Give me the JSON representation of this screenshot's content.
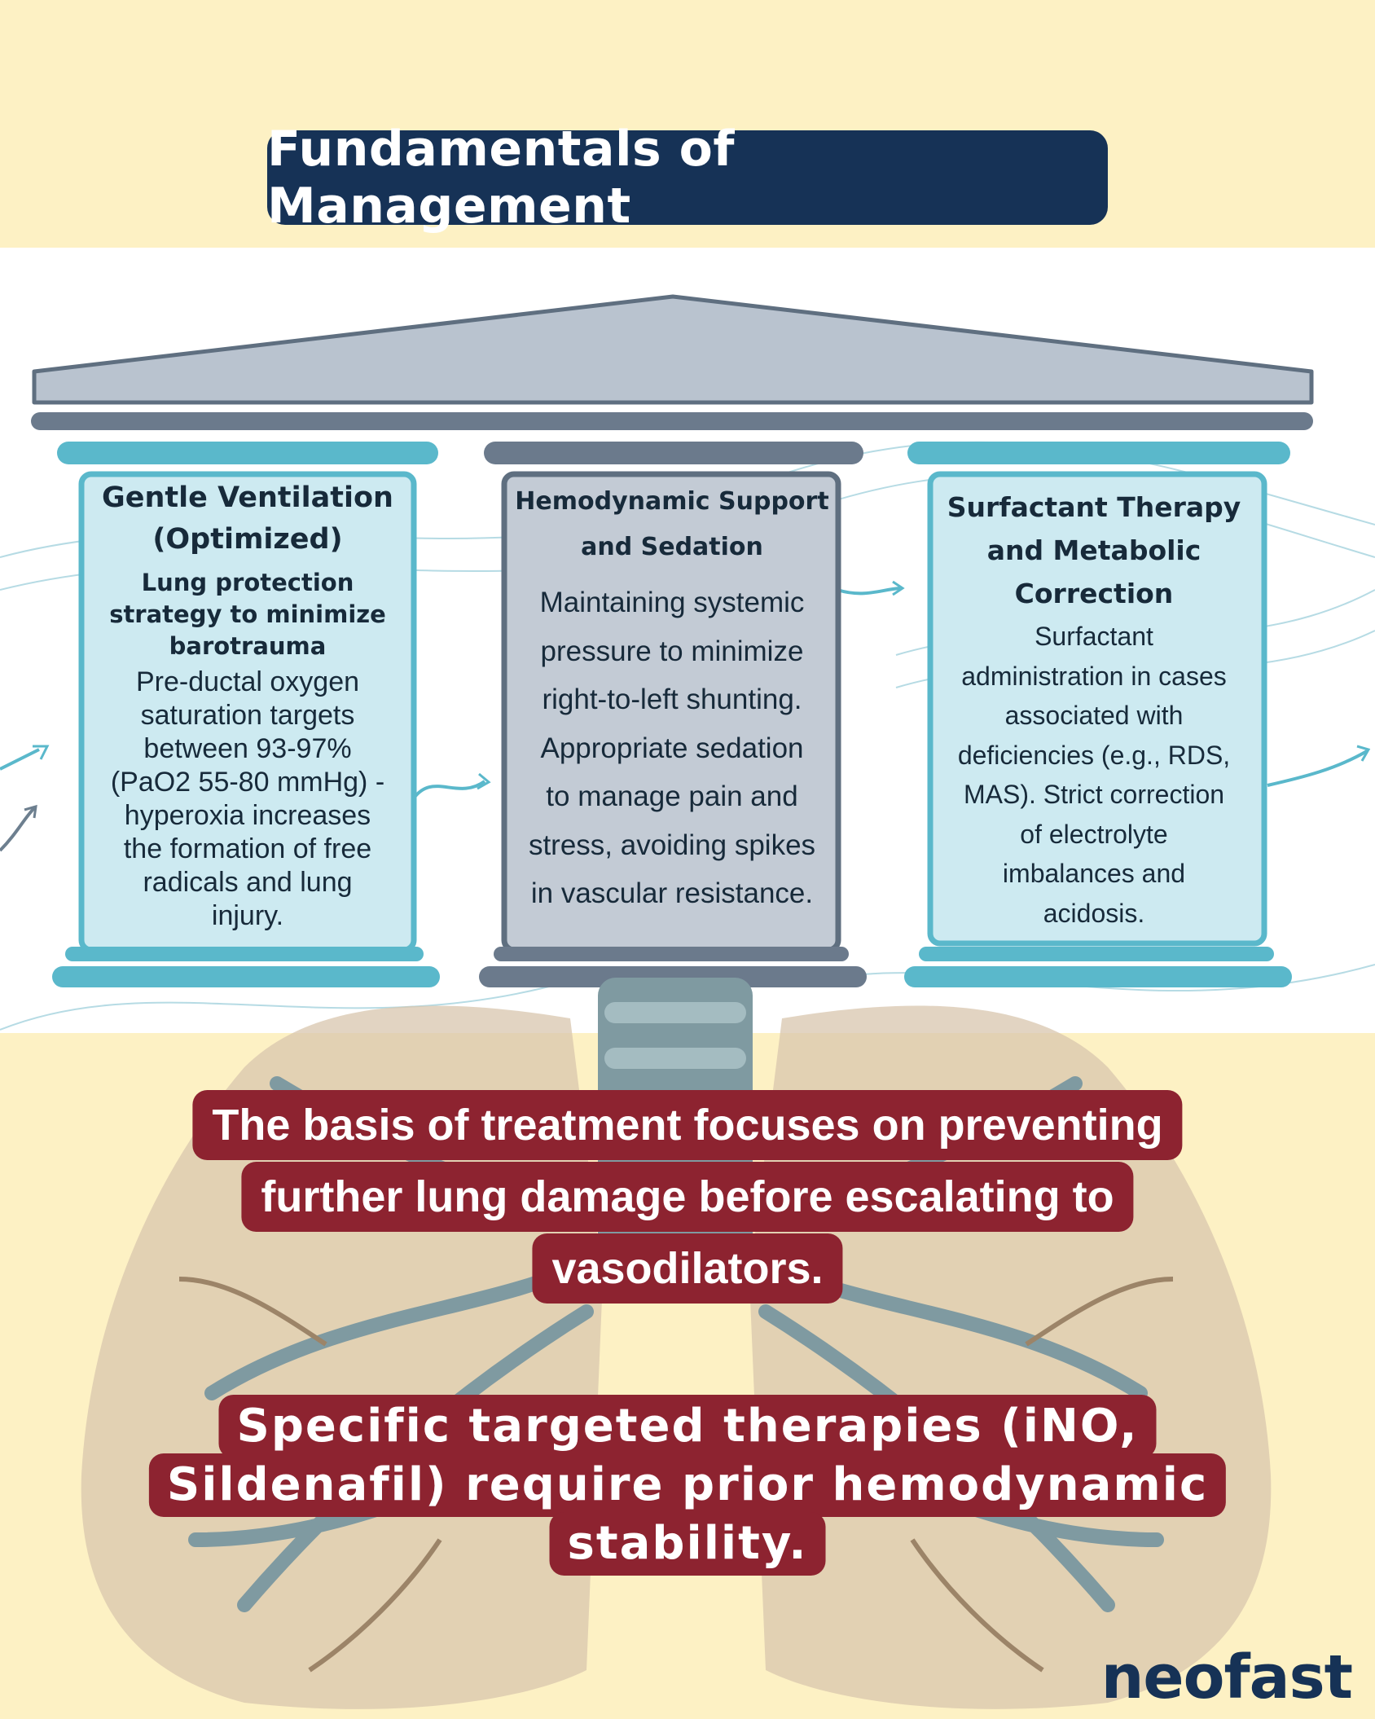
{
  "title": "Fundamentals of Management",
  "pillars": [
    {
      "heading_line1": "Gentle Ventilation",
      "heading_line2": "(Optimized)",
      "subheading": [
        "Lung protection",
        "strategy to minimize",
        "barotrauma"
      ],
      "body": [
        "Pre-ductal oxygen",
        "saturation targets",
        "between 93-97%",
        "(PaO2 55-80 mmHg) -",
        "hyperoxia increases",
        "the formation of free",
        "radicals and lung",
        "injury."
      ]
    },
    {
      "heading_line1": "Hemodynamic Support",
      "heading_line2": "and Sedation",
      "body": [
        "Maintaining systemic",
        "pressure to minimize",
        "right-to-left shunting.",
        "Appropriate sedation",
        "to manage pain and",
        "stress, avoiding spikes",
        "in vascular resistance."
      ]
    },
    {
      "heading": [
        "Surfactant Therapy",
        "and Metabolic",
        "Correction"
      ],
      "body": [
        "Surfactant",
        "administration in cases",
        "associated with",
        "deficiencies (e.g., RDS,",
        "MAS). Strict correction",
        "of electrolyte",
        "imbalances and",
        "acidosis."
      ]
    }
  ],
  "callout_1": [
    "The basis of treatment focuses on preventing",
    "further lung damage before escalating to",
    "vasodilators."
  ],
  "callout_2": [
    "Specific targeted therapies (iNO,",
    "Sildenafil) require prior hemodynamic",
    "stability."
  ],
  "brand": "neofast",
  "colors": {
    "background": "#fdf1c4",
    "title_pill": "#163256",
    "callout": "#8d2330",
    "pillar_teal": "#cdeaf1",
    "pillar_teal_border": "#5ab8cb",
    "pillar_gray": "#c3cbd5",
    "pillar_gray_border": "#5f6f80",
    "roof": "#b9c3cf"
  }
}
